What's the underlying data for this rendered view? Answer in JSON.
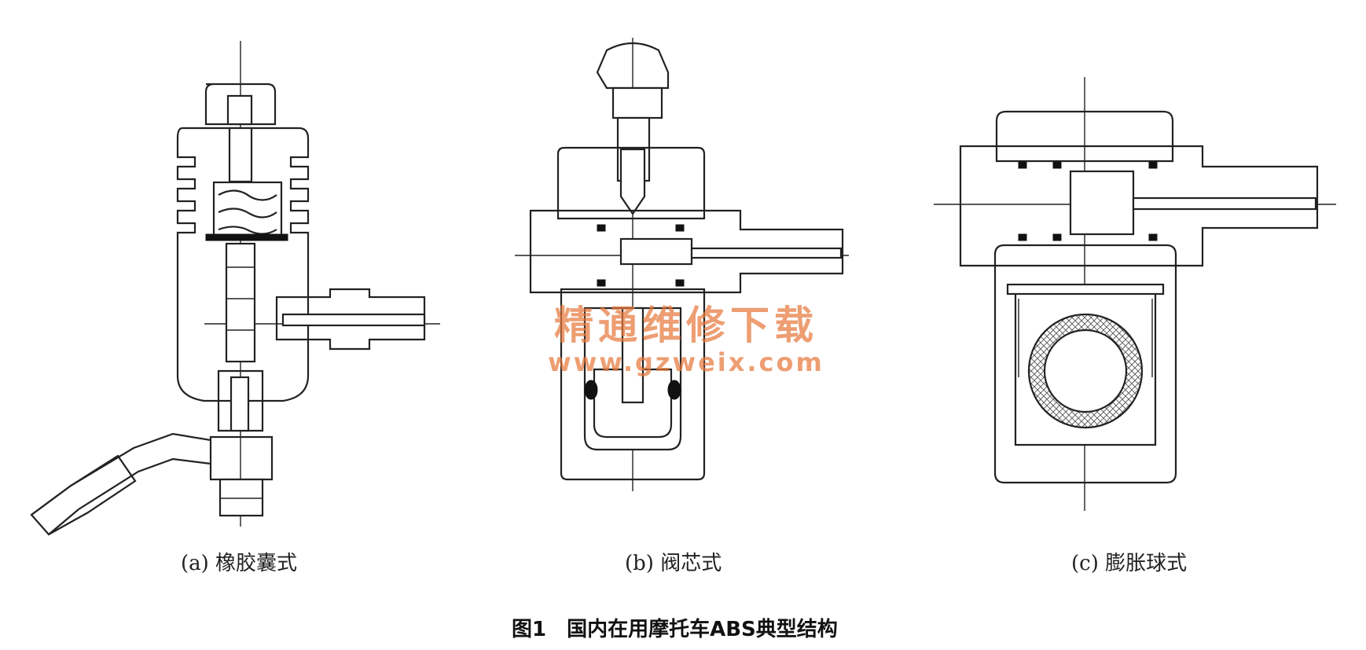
{
  "figure": {
    "subfigures": [
      {
        "id": "a",
        "caption": "(a) 橡胶囊式"
      },
      {
        "id": "b",
        "caption": "(b) 阀芯式"
      },
      {
        "id": "c",
        "caption": "(c) 膨胀球式"
      }
    ],
    "caption_number": "图1",
    "caption_title": "国内在用摩托车ABS典型结构"
  },
  "watermark": {
    "text": "精通维修下载",
    "url": "www.gzweix.com"
  },
  "colors": {
    "line": "#222222",
    "watermark": "#e6783c",
    "background": "#ffffff"
  }
}
